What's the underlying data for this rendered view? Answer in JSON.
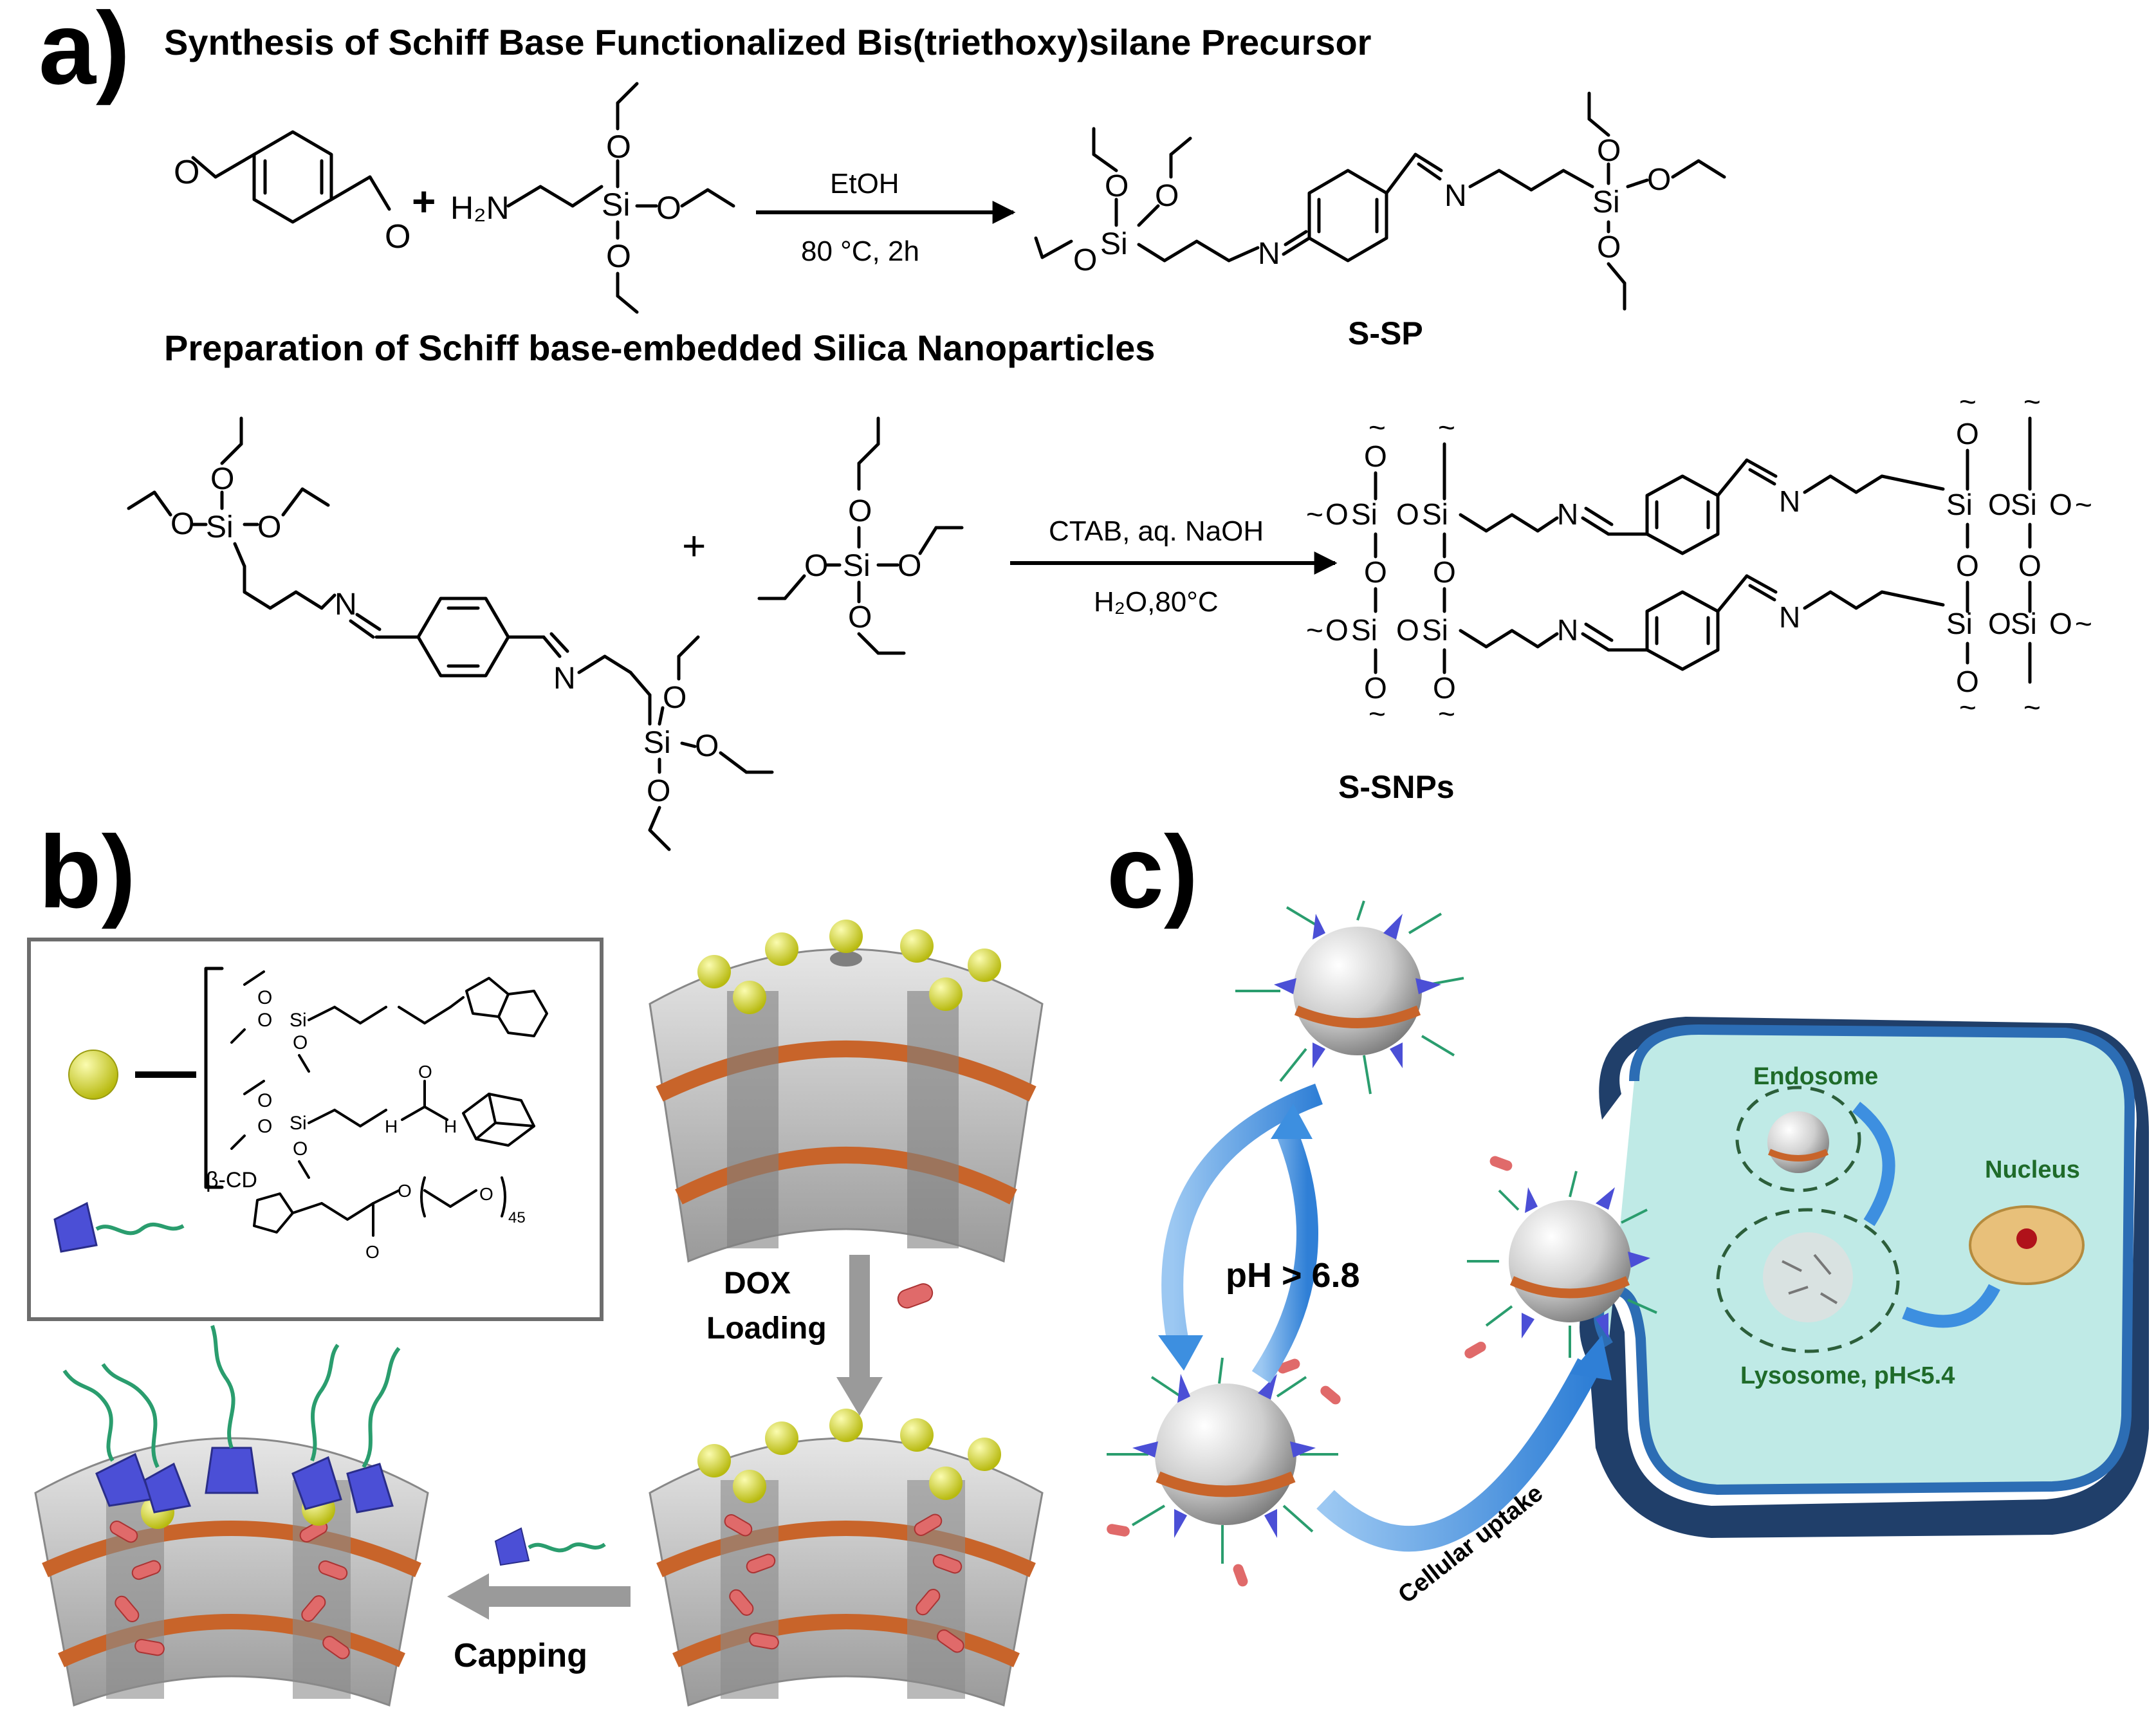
{
  "panels": {
    "a": {
      "label": "a)",
      "title1": "Synthesis of Schiff Base Functionalized Bis(triethoxy)silane Precursor",
      "title2": "Preparation of Schiff base-embedded Silica Nanoparticles",
      "reaction1": {
        "plus": "+",
        "amine_label": "H₂N",
        "condition_top": "EtOH",
        "condition_bottom": "80 °C, 2h",
        "product_label": "S-SP"
      },
      "reaction2": {
        "plus": "+",
        "condition_top": "CTAB, aq. NaOH",
        "condition_bottom": "H₂O,80°C",
        "product_label": "S-SNPs"
      },
      "atoms": {
        "si": "Si",
        "o": "O",
        "n": "N",
        "nh": "H",
        "o_ring": "O",
        "tilde": "~"
      }
    },
    "b": {
      "label": "b)",
      "beta_cd": "β-CD",
      "subscript_45": "45",
      "dox_loading_line1": "DOX",
      "dox_loading_line2": "Loading",
      "capping": "Capping"
    },
    "c": {
      "label": "c)",
      "ph_high": "pH > 6.8",
      "cellular_uptake": "Cellular uptake",
      "endosome": "Endosome",
      "nucleus": "Nucleus",
      "lysosome": "Lysosome, pH<5.4"
    }
  },
  "colors": {
    "silica_gray": "#c9c9c9",
    "orange_band": "#c8642a",
    "yellow_ball": "#e6e82e",
    "cone_blue": "#4b4fd6",
    "chain_green": "#2a9d6e",
    "dox_red": "#e06a6a",
    "cell_fill": "#bfeae6",
    "cell_border": "#1f4e8c",
    "arrow_blue": "#3d8fe0",
    "label_green": "#1f6b2a"
  }
}
